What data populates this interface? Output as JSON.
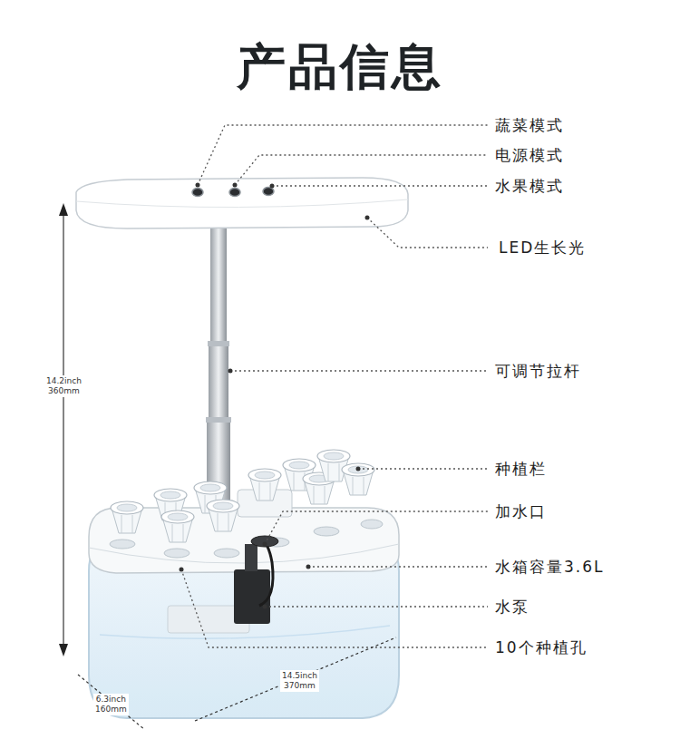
{
  "diagram": {
    "title": "产品信息",
    "labels": [
      "蔬菜模式",
      "电源模式",
      "水果模式",
      "LED生长光",
      "可调节拉杆",
      "种植栏",
      "加水口",
      "水箱容量3.6L",
      "水泵",
      "10个种植孔",
      "14.2inch 360mm",
      "14.5inch 370mm",
      "6.3inch 160mm"
    ]
  }
}
